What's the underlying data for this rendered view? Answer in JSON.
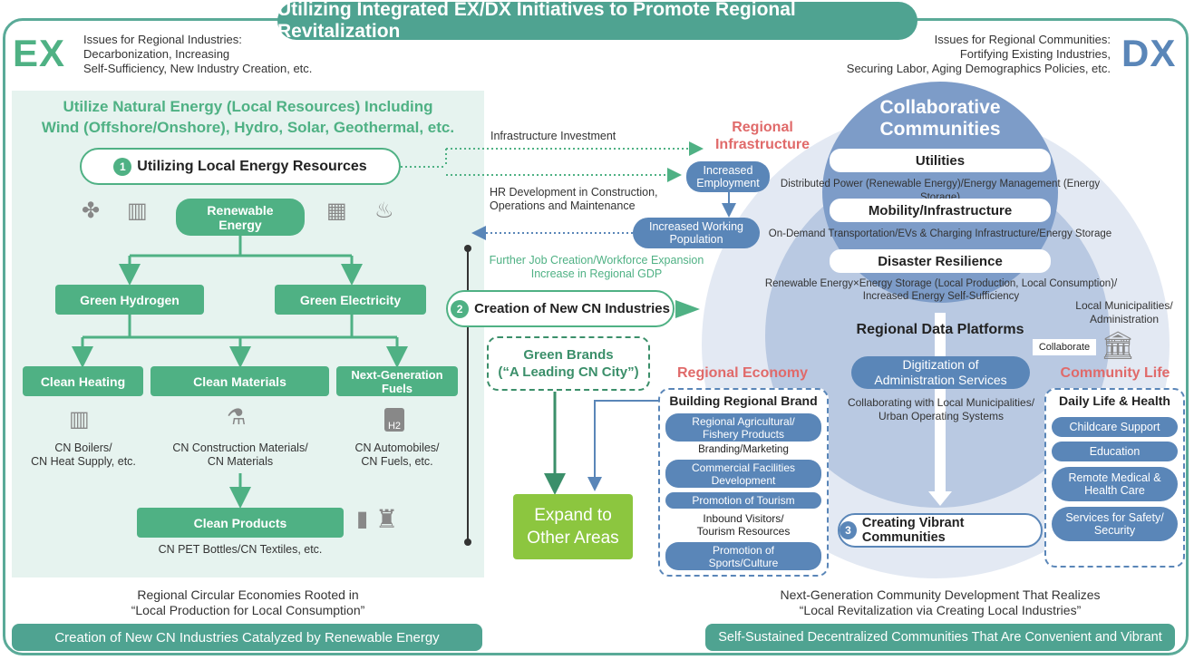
{
  "title": "Utilizing Integrated EX/DX Initiatives to Promote Regional Revitalization",
  "ex_label": "EX",
  "dx_label": "DX",
  "ex_issue": [
    "Issues for Regional Industries:",
    "Decarbonization, Increasing",
    "Self-Sufficiency, New Industry Creation, etc."
  ],
  "dx_issue": [
    "Issues for Regional Communities:",
    "Fortifying Existing Industries,",
    "Securing Labor, Aging Demographics Policies, etc."
  ],
  "left": {
    "heading": [
      "Utilize Natural Energy (Local Resources) Including",
      "Wind (Offshore/Onshore), Hydro, Solar, Geothermal, etc."
    ],
    "step1_num": "1",
    "step1": "Utilizing Local Energy Resources",
    "renewable": [
      "Renewable",
      "Energy"
    ],
    "green_hydrogen": "Green Hydrogen",
    "green_electricity": "Green Electricity",
    "clean_heating": "Clean Heating",
    "clean_materials": "Clean Materials",
    "next_gen": [
      "Next-Generation",
      "Fuels"
    ],
    "cap_heating": [
      "CN Boilers/",
      "CN Heat Supply, etc."
    ],
    "cap_materials": [
      "CN Construction Materials/",
      "CN Materials"
    ],
    "cap_fuels": [
      "CN Automobiles/",
      "CN Fuels, etc."
    ],
    "clean_products": "Clean Products",
    "cap_products": "CN PET Bottles/CN Textiles, etc.",
    "bottom_caption": [
      "Regional Circular Economies Rooted in",
      "“Local Production for Local Consumption”"
    ],
    "footer": "Creation of New CN Industries Catalyzed by Renewable Energy",
    "h2_label": "H2"
  },
  "middle": {
    "infra_investment": "Infrastructure Investment",
    "hr_dev": [
      "HR Development in Construction,",
      "Operations and Maintenance"
    ],
    "further_jobs": [
      "Further Job Creation/Workforce Expansion",
      "Increase in Regional GDP"
    ],
    "step2_num": "2",
    "step2": "Creation of New CN Industries",
    "green_brands": [
      "Green Brands",
      "(“A Leading CN City”)"
    ],
    "expand": [
      "Expand to",
      "Other Areas"
    ],
    "increased_employment": [
      "Increased",
      "Employment"
    ],
    "increased_population": [
      "Increased Working",
      "Population"
    ]
  },
  "right": {
    "regional_infra": [
      "Regional",
      "Infrastructure"
    ],
    "collab": [
      "Collaborative",
      "Communities"
    ],
    "utilities": "Utilities",
    "utilities_desc": "Distributed Power (Renewable Energy)/Energy Management (Energy Storage)",
    "mobility": "Mobility/Infrastructure",
    "mobility_desc": "On-Demand Transportation/EVs & Charging Infrastructure/Energy Storage",
    "disaster": "Disaster Resilience",
    "disaster_desc": [
      "Renewable Energy×Energy Storage (Local Production, Local Consumption)/",
      "Increased Energy Self-Sufficiency"
    ],
    "data_platforms": "Regional Data Platforms",
    "municipal": [
      "Local Municipalities/",
      "Administration"
    ],
    "collaborate": "Collaborate",
    "digitization": [
      "Digitization of",
      "Administration Services"
    ],
    "collab_desc": [
      "Collaborating with Local Municipalities/",
      "Urban Operating Systems"
    ],
    "regional_economy": "Regional Economy",
    "building_brand": "Building Regional Brand",
    "econ_items": [
      [
        "Regional Agricultural/",
        "Fishery Products"
      ],
      [
        "Commercial Facilities",
        "Development"
      ],
      [
        "Promotion of Tourism"
      ],
      [
        "Promotion of",
        "Sports/Culture"
      ]
    ],
    "branding": "Branding/Marketing",
    "inbound": [
      "Inbound Visitors/",
      "Tourism Resources"
    ],
    "community_life": "Community Life",
    "daily_life": "Daily Life & Health",
    "life_items": [
      [
        "Childcare Support"
      ],
      [
        "Education"
      ],
      [
        "Remote Medical &",
        "Health Care"
      ],
      [
        "Services for Safety/",
        "Security"
      ]
    ],
    "step3_num": "3",
    "step3": "Creating Vibrant Communities",
    "bottom_caption": [
      "Next-Generation Community Development That Realizes",
      "“Local Revitalization via Creating Local Industries”"
    ],
    "footer": "Self-Sustained Decentralized Communities That Are Convenient and Vibrant"
  },
  "colors": {
    "green": "#4fb184",
    "teal": "#4fa391",
    "blue": "#5a86b8",
    "red": "#e06a6a",
    "lime": "#8cc63f"
  }
}
